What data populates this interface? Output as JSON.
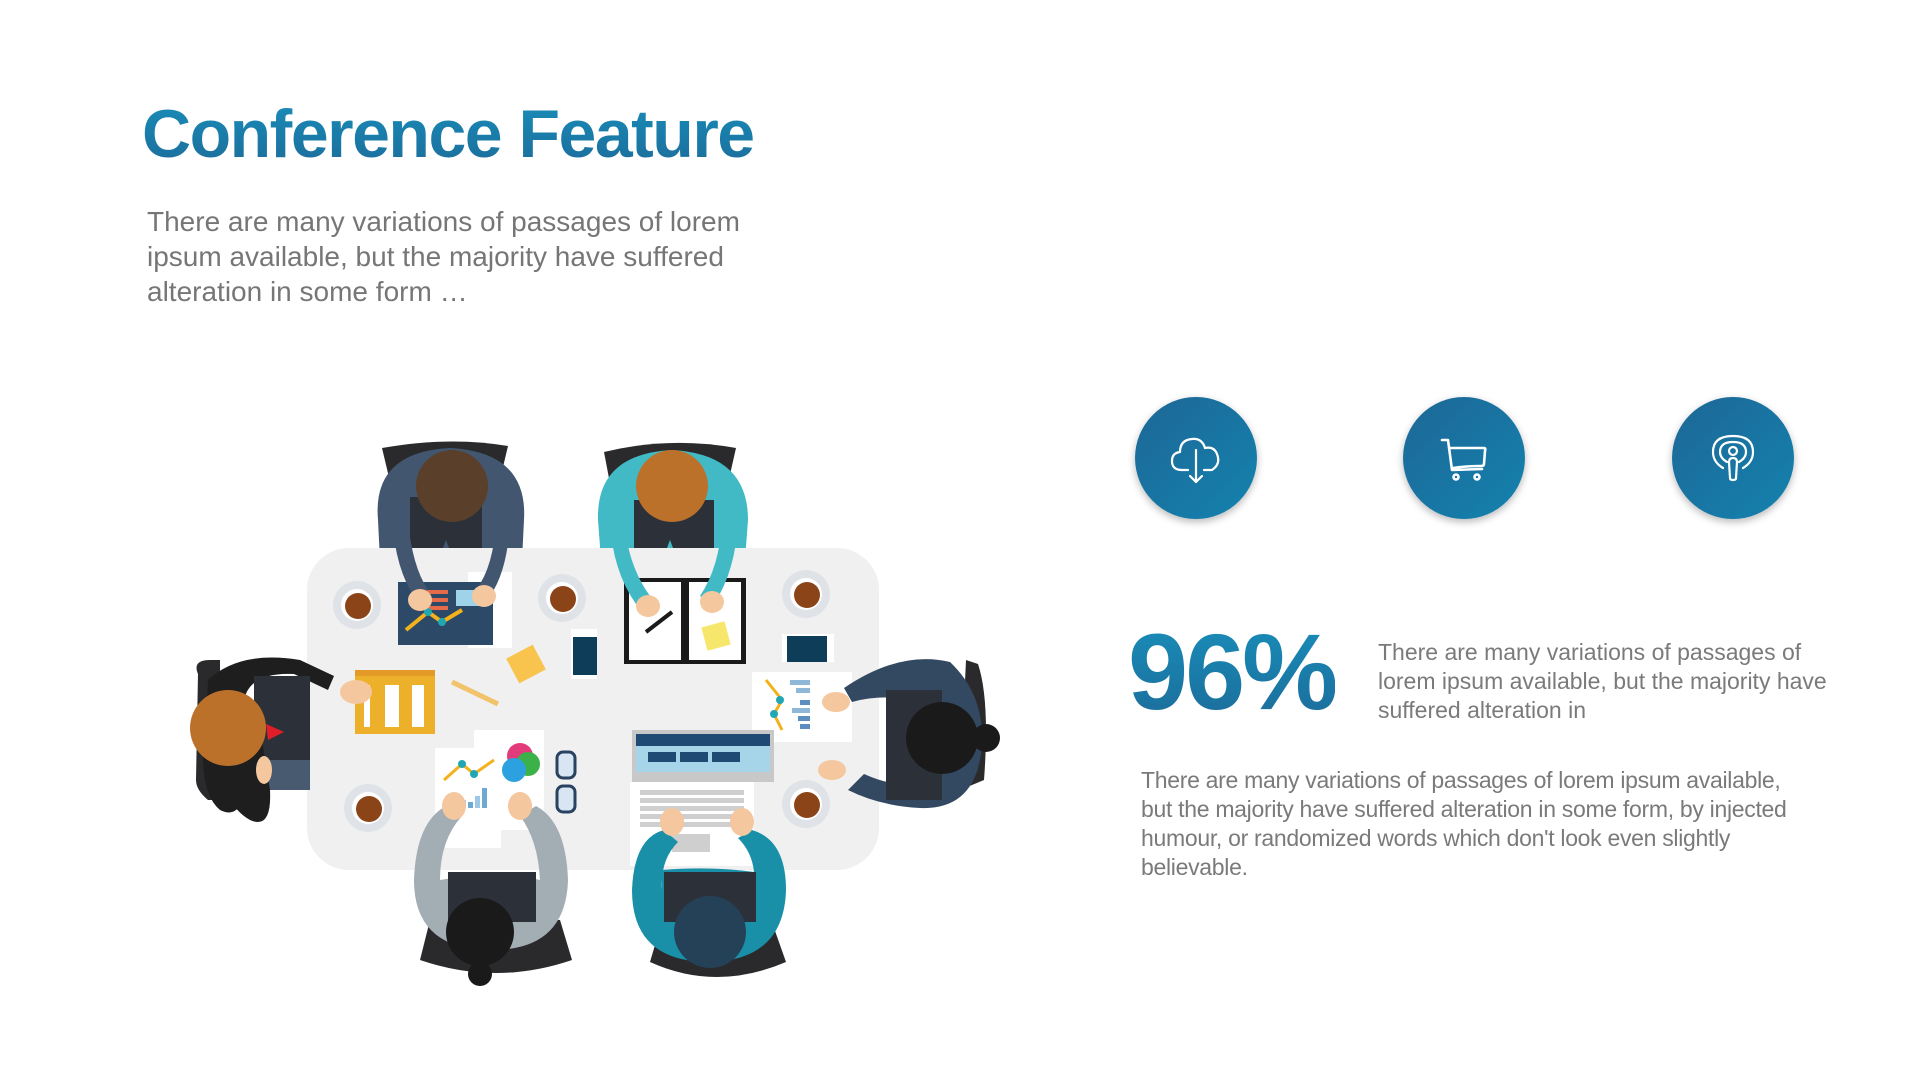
{
  "slide": {
    "title": "Conference Feature",
    "intro": "There are many variations of passages of lorem ipsum available, but the majority have suffered alteration in some form …"
  },
  "features": [
    {
      "icon": "cloud-download-icon"
    },
    {
      "icon": "shopping-cart-icon"
    },
    {
      "icon": "podcast-icon"
    }
  ],
  "stat": {
    "value": "96%",
    "description": "There are many variations of passages of lorem ipsum available, but the majority have suffered alteration in"
  },
  "body": {
    "paragraph": "There are many variations of passages of lorem ipsum available, but the majority have suffered alteration in some form, by injected humour, or randomized words which don't look even slightly believable."
  },
  "colors": {
    "accent": "#1b7aa8",
    "accent_dark": "#1b6a98",
    "text_gray": "#777777",
    "table": "#f0f0f1"
  },
  "illustration": {
    "subject": "six people meeting around conference table (top view)",
    "items": [
      "laptop",
      "notebook",
      "coffee-cups",
      "smartphone",
      "tablet",
      "charts",
      "glasses",
      "sticky-notes",
      "pencil"
    ]
  }
}
